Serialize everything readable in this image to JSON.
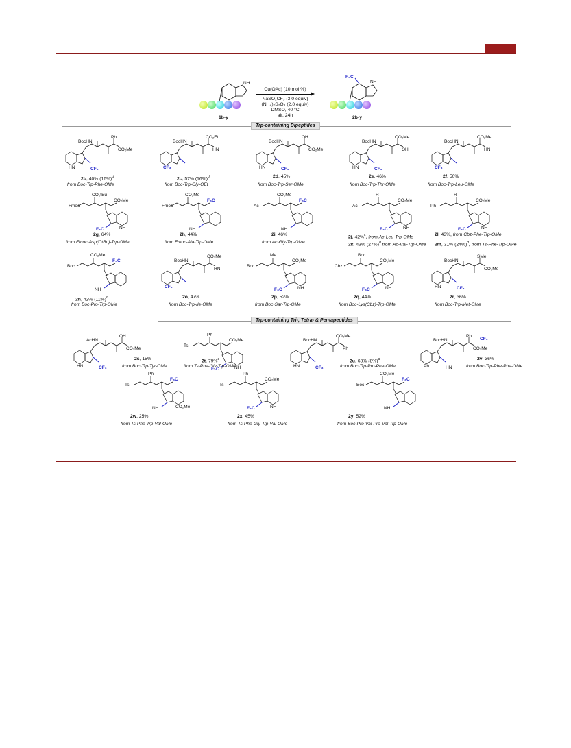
{
  "header": {
    "accent_color": "#9b1c1c"
  },
  "scheme": {
    "reactant_label": "1b-y",
    "product_label": "2b-y",
    "conditions": {
      "line1": "Cu(OAc) (10 mol %)",
      "line2": "NaSO₂CF₃ (3.0 equiv)",
      "line3": "(NH₄)₂S₂O₈ (2.0 equiv)",
      "line4": "DMSO, 40 °C",
      "line5": "air, 24h"
    },
    "atoms": {
      "nh": "NH",
      "f3c": "F₃C"
    }
  },
  "sections": {
    "dipeptides": "Trp-containing Dipeptides",
    "oligopeptides": "Trp-containing Tri-, Tetra- & Pentapeptides"
  },
  "compounds": [
    {
      "id": "2b",
      "yield": ", 40% (16%)",
      "sup": "d",
      "from": "from Boc-Trp-Phe-OMe",
      "groups": [
        "BocHN",
        "Ph",
        "CO₂Me",
        "HN",
        "CF₃"
      ]
    },
    {
      "id": "2c",
      "yield": ", 57% (16%)",
      "sup": "d",
      "from": "from Boc-Trp-Gly-OEt",
      "groups": [
        "BocHN",
        "CO₂Et",
        "HN",
        "CF₃"
      ]
    },
    {
      "id": "2d",
      "yield": ", 45%",
      "sup": "",
      "from": "from Boc-Trp-Ser-OMe",
      "groups": [
        "BocHN",
        "OH",
        "CO₂Me",
        "HN",
        "CF₃"
      ]
    },
    {
      "id": "2e",
      "yield": ", 46%",
      "sup": "",
      "from": "from Boc-Trp-Thr-OMe",
      "groups": [
        "BocHN",
        "CO₂Me",
        "OH",
        "HN",
        "CF₃"
      ]
    },
    {
      "id": "2f",
      "yield": ", 50%",
      "sup": "",
      "from": "from Boc-Trp-Leu-OMe",
      "groups": [
        "BocHN",
        "CO₂Me",
        "HN",
        "CF₃"
      ]
    },
    {
      "id": "2g",
      "yield": ", 64%",
      "sup": "",
      "from": "from Fmoc-Asp(OtBu)-Trp-OMe",
      "groups": [
        "Fmoc",
        "CO₂tBu",
        "CO₂Me",
        "F₃C",
        "NH"
      ]
    },
    {
      "id": "2h",
      "yield": ", 44%",
      "sup": "",
      "from": "from Fmoc-Ala-Trp-OMe",
      "groups": [
        "Fmoc",
        "CO₂Me",
        "F₃C",
        "NH"
      ]
    },
    {
      "id": "2i",
      "yield": ", 46%",
      "sup": "",
      "from": "from Ac-Gly-Trp-OMe",
      "groups": [
        "Ac",
        "CO₂Me",
        "F₃C",
        "NH"
      ]
    },
    {
      "id": "2j",
      "yield": ", 42%",
      "sup": "c",
      "from": ", from Ac-Leu-Trp-OMe",
      "groups": [
        "Ac",
        "R",
        "CO₂Me",
        "F₃C",
        "NH"
      ]
    },
    {
      "id": "2k",
      "yield": ", 43% (27%)",
      "sup": "d",
      "from": " from Ac-Val-Trp-OMe",
      "groups": []
    },
    {
      "id": "2l",
      "yield": ", 43%, ",
      "sup": "",
      "from": "from Cbz-Phe-Trp-OMe",
      "groups": [
        "Ph",
        "R",
        "CO₂Me",
        "F₃C",
        "NH"
      ]
    },
    {
      "id": "2m",
      "yield": ", 31% (24%)",
      "sup": "d",
      "from": ", from Ts-Phe-Trp-OMe",
      "groups": []
    },
    {
      "id": "2n",
      "yield": ", 42% (11%)",
      "sup": "d",
      "from": "from Boc-Pro-Trp-OMe",
      "groups": [
        "Boc",
        "CO₂Me",
        "F₃C",
        "NH"
      ]
    },
    {
      "id": "2o",
      "yield": ", 47%",
      "sup": "",
      "from": "from Boc-Trp-Ile-OMe",
      "groups": [
        "BocHN",
        "CO₂Me",
        "HN",
        "CF₃"
      ]
    },
    {
      "id": "2p",
      "yield": ", 52%",
      "sup": "",
      "from": "from Boc-Sar-Trp-OMe",
      "groups": [
        "Boc",
        "Me",
        "CO₂Me",
        "F₃C",
        "NH"
      ]
    },
    {
      "id": "2q",
      "yield": ", 44%",
      "sup": "",
      "from": "from Boc-Lys(Cbz)-Trp-OMe",
      "groups": [
        "Cbz",
        "Boc",
        "CO₂Me",
        "F₃C",
        "NH"
      ]
    },
    {
      "id": "2r",
      "yield": ", 36%",
      "sup": "",
      "from": "from Boc-Trp-Met-OMe",
      "groups": [
        "BocHN",
        "SMe",
        "CO₂Me",
        "HN",
        "CF₃"
      ]
    },
    {
      "id": "2s",
      "yield": ", 15%",
      "sup": "",
      "from": "from Boc-Trp-Tyr-OMe",
      "groups": [
        "AcHN",
        "OH",
        "CO₂Me",
        "HN",
        "CF₃"
      ]
    },
    {
      "id": "2t",
      "yield": ", 79%",
      "sup": "c",
      "from": "from Ts-Phe-Gly-Trp-OMe",
      "groups": [
        "Ts",
        "Ph",
        "CO₂Me",
        "F₃C",
        "NH"
      ]
    },
    {
      "id": "2u",
      "yield": ", 68% (8%)",
      "sup": "d",
      "from": "from Boc-Trp-Pro-Phe-OMe",
      "groups": [
        "BocHN",
        "CO₂Me",
        "Ph",
        "HN",
        "CF₃"
      ]
    },
    {
      "id": "2v",
      "yield": ", 36%",
      "sup": "",
      "from": "from Boc-Trp-Phe-Phe-OMe",
      "groups": [
        "BocHN",
        "Ph",
        "CO₂Me",
        "Ph",
        "HN",
        "CF₃"
      ]
    },
    {
      "id": "2w",
      "yield": ", 25%",
      "sup": "",
      "from": "from Ts-Phe-Trp-Val-OMe",
      "groups": [
        "Ts",
        "Ph",
        "F₃C",
        "NH",
        "CO₂Me"
      ]
    },
    {
      "id": "2x",
      "yield": ", 45%",
      "sup": "",
      "from": "from Ts-Phe-Gly-Trp-Val-OMe",
      "groups": [
        "Ts",
        "Ph",
        "CO₂Me",
        "F₃C",
        "NH"
      ]
    },
    {
      "id": "2y",
      "yield": ", 52%",
      "sup": "",
      "from": "from Boc-Pro-Val-Pro-Val-Trp-OMe",
      "groups": [
        "Boc",
        "CO₂Me",
        "F₃C",
        "NH"
      ]
    }
  ]
}
